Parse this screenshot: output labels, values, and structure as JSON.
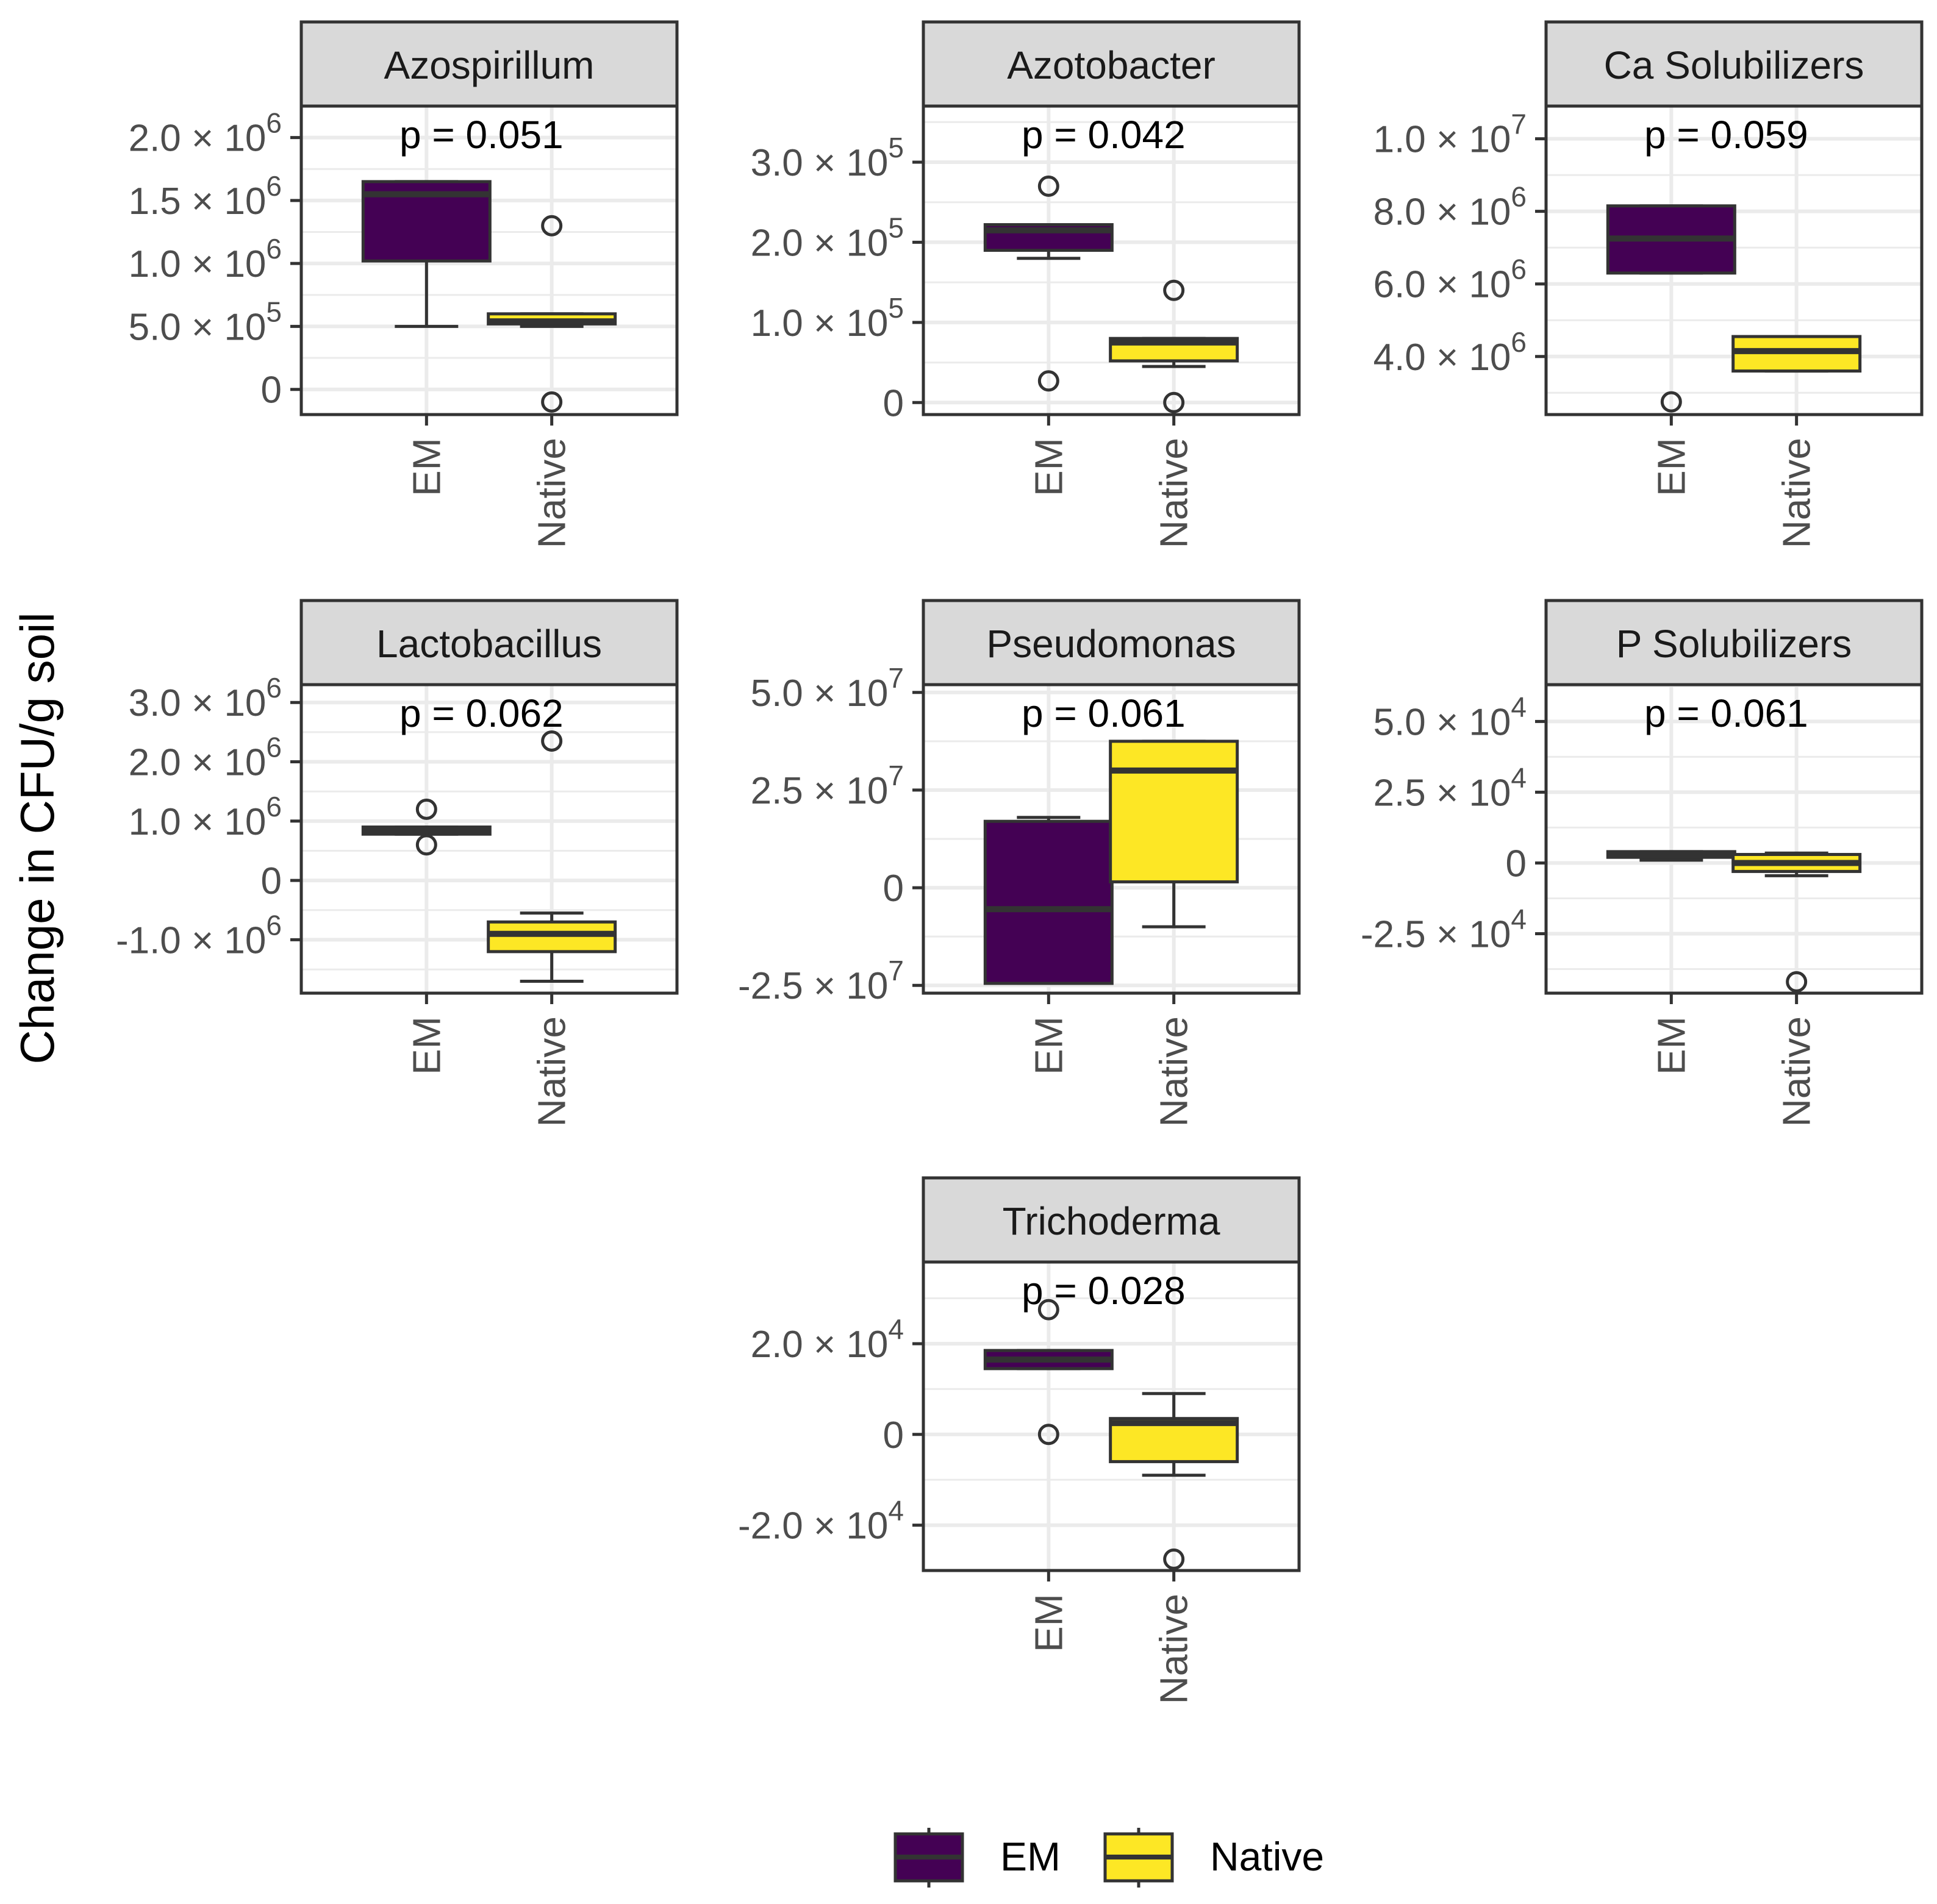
{
  "figure": {
    "ylabel": "Change in CFU/g soil",
    "legend": {
      "placement": "bottom",
      "entries": [
        {
          "label": "EM",
          "color": "#440154"
        },
        {
          "label": "Native",
          "color": "#FDE725"
        }
      ]
    },
    "strip_fill": "#d9d9d9",
    "box_border": "#333333"
  },
  "chart_data": [
    {
      "type": "boxplot",
      "title": "Azospirillum",
      "annotation": "p = 0.051",
      "categories": [
        "EM",
        "Native"
      ],
      "ylim": [
        -200000,
        2250000
      ],
      "y_ticks": [
        0,
        500000,
        1000000,
        1500000,
        2000000
      ],
      "y_tick_labels": [
        {
          "mant": "0",
          "exp": ""
        },
        {
          "mant": "5.0 × 10",
          "exp": "5"
        },
        {
          "mant": "1.0 × 10",
          "exp": "6"
        },
        {
          "mant": "1.5 × 10",
          "exp": "6"
        },
        {
          "mant": "2.0 × 10",
          "exp": "6"
        }
      ],
      "boxes": [
        {
          "group": "EM",
          "whisker_low": 500000,
          "q1": 1020000,
          "median": 1550000,
          "q3": 1650000,
          "whisker_high": 1650000,
          "outliers": []
        },
        {
          "group": "Native",
          "whisker_low": 500000,
          "q1": 520000,
          "median": 540000,
          "q3": 600000,
          "whisker_high": 600000,
          "outliers": [
            1300000,
            -100000
          ]
        }
      ]
    },
    {
      "type": "boxplot",
      "title": "Azotobacter",
      "annotation": "p = 0.042",
      "categories": [
        "EM",
        "Native"
      ],
      "ylim": [
        -15000,
        370000
      ],
      "y_ticks": [
        0,
        100000,
        200000,
        300000
      ],
      "y_tick_labels": [
        {
          "mant": "0",
          "exp": ""
        },
        {
          "mant": "1.0 × 10",
          "exp": "5"
        },
        {
          "mant": "2.0 × 10",
          "exp": "5"
        },
        {
          "mant": "3.0 × 10",
          "exp": "5"
        }
      ],
      "boxes": [
        {
          "group": "EM",
          "whisker_low": 180000,
          "q1": 190000,
          "median": 215000,
          "q3": 222000,
          "whisker_high": 222000,
          "outliers": [
            270000,
            27000
          ]
        },
        {
          "group": "Native",
          "whisker_low": 45000,
          "q1": 52000,
          "median": 75000,
          "q3": 80000,
          "whisker_high": 80000,
          "outliers": [
            140000,
            0
          ]
        }
      ]
    },
    {
      "type": "boxplot",
      "title": "Ca Solubilizers",
      "annotation": "p = 0.059",
      "categories": [
        "EM",
        "Native"
      ],
      "ylim": [
        2400000,
        10900000
      ],
      "y_ticks": [
        4000000,
        6000000,
        8000000,
        10000000
      ],
      "y_tick_labels": [
        {
          "mant": "4.0 × 10",
          "exp": "6"
        },
        {
          "mant": "6.0 × 10",
          "exp": "6"
        },
        {
          "mant": "8.0 × 10",
          "exp": "6"
        },
        {
          "mant": "1.0 × 10",
          "exp": "7"
        }
      ],
      "boxes": [
        {
          "group": "EM",
          "whisker_low": 6300000,
          "q1": 6300000,
          "median": 7250000,
          "q3": 8150000,
          "whisker_high": 8150000,
          "outliers": [
            2750000
          ]
        },
        {
          "group": "Native",
          "whisker_low": 3600000,
          "q1": 3600000,
          "median": 4150000,
          "q3": 4550000,
          "whisker_high": 4550000,
          "outliers": []
        }
      ]
    },
    {
      "type": "boxplot",
      "title": "Lactobacillus",
      "annotation": "p = 0.062",
      "categories": [
        "EM",
        "Native"
      ],
      "ylim": [
        -1900000,
        3300000
      ],
      "y_ticks": [
        -1000000,
        0,
        1000000,
        2000000,
        3000000
      ],
      "y_tick_labels": [
        {
          "mant": "-1.0 × 10",
          "exp": "6"
        },
        {
          "mant": "0",
          "exp": ""
        },
        {
          "mant": "1.0 × 10",
          "exp": "6"
        },
        {
          "mant": "2.0 × 10",
          "exp": "6"
        },
        {
          "mant": "3.0 × 10",
          "exp": "6"
        }
      ],
      "boxes": [
        {
          "group": "EM",
          "whisker_low": 780000,
          "q1": 780000,
          "median": 850000,
          "q3": 900000,
          "whisker_high": 900000,
          "outliers": [
            1200000,
            600000
          ]
        },
        {
          "group": "Native",
          "whisker_low": -1700000,
          "q1": -1200000,
          "median": -900000,
          "q3": -700000,
          "whisker_high": -550000,
          "outliers": [
            2350000
          ]
        }
      ]
    },
    {
      "type": "boxplot",
      "title": "Pseudomonas",
      "annotation": "p = 0.061",
      "categories": [
        "EM",
        "Native"
      ],
      "ylim": [
        -27000000,
        52000000
      ],
      "y_ticks": [
        -25000000,
        0,
        25000000,
        50000000
      ],
      "y_tick_labels": [
        {
          "mant": "-2.5 × 10",
          "exp": "7"
        },
        {
          "mant": "0",
          "exp": ""
        },
        {
          "mant": "2.5 × 10",
          "exp": "7"
        },
        {
          "mant": "5.0 × 10",
          "exp": "7"
        }
      ],
      "boxes": [
        {
          "group": "EM",
          "whisker_low": -24500000,
          "q1": -24500000,
          "median": -5500000,
          "q3": 17000000,
          "whisker_high": 18000000,
          "outliers": []
        },
        {
          "group": "Native",
          "whisker_low": -10000000,
          "q1": 1500000,
          "median": 30000000,
          "q3": 37500000,
          "whisker_high": 37500000,
          "outliers": []
        }
      ]
    },
    {
      "type": "boxplot",
      "title": "P Solubilizers",
      "annotation": "p = 0.061",
      "categories": [
        "EM",
        "Native"
      ],
      "ylim": [
        -46000,
        63000
      ],
      "y_ticks": [
        -25000,
        0,
        25000,
        50000
      ],
      "y_tick_labels": [
        {
          "mant": "-2.5 × 10",
          "exp": "4"
        },
        {
          "mant": "0",
          "exp": ""
        },
        {
          "mant": "2.5 × 10",
          "exp": "4"
        },
        {
          "mant": "5.0 × 10",
          "exp": "4"
        }
      ],
      "boxes": [
        {
          "group": "EM",
          "whisker_low": 1000,
          "q1": 2000,
          "median": 3000,
          "q3": 4000,
          "whisker_high": 4000,
          "outliers": []
        },
        {
          "group": "Native",
          "whisker_low": -4500,
          "q1": -3000,
          "median": 0,
          "q3": 3000,
          "whisker_high": 3500,
          "outliers": [
            -42000
          ]
        }
      ]
    },
    {
      "type": "boxplot",
      "title": "Trichoderma",
      "annotation": "p = 0.028",
      "categories": [
        "EM",
        "Native"
      ],
      "ylim": [
        -30000,
        38000
      ],
      "y_ticks": [
        -20000,
        0,
        20000
      ],
      "y_tick_labels": [
        {
          "mant": "-2.0 × 10",
          "exp": "4"
        },
        {
          "mant": "0",
          "exp": ""
        },
        {
          "mant": "2.0 × 10",
          "exp": "4"
        }
      ],
      "boxes": [
        {
          "group": "EM",
          "whisker_low": 14500,
          "q1": 14500,
          "median": 16500,
          "q3": 18500,
          "whisker_high": 18500,
          "outliers": [
            27500,
            0
          ]
        },
        {
          "group": "Native",
          "whisker_low": -9000,
          "q1": -6000,
          "median": 2500,
          "q3": 3500,
          "whisker_high": 9000,
          "outliers": [
            -27500
          ]
        }
      ]
    }
  ]
}
